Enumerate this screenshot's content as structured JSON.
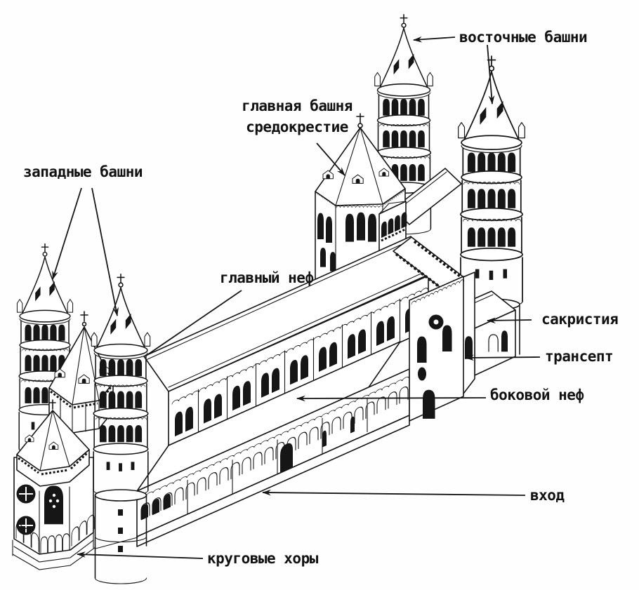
{
  "colors": {
    "ink": "#161616",
    "paper": "#ffffff"
  },
  "labels": {
    "eastern_towers": "восточные башни",
    "main_tower": {
      "line1": "главная башня",
      "line2": "средокрестие"
    },
    "western_towers": "западные башни",
    "main_nave": "главный неф",
    "sacristy": "сакристия",
    "transept": "трансепт",
    "side_nave": "боковой неф",
    "entrance": "вход",
    "circular_choir": "круговые хоры"
  }
}
